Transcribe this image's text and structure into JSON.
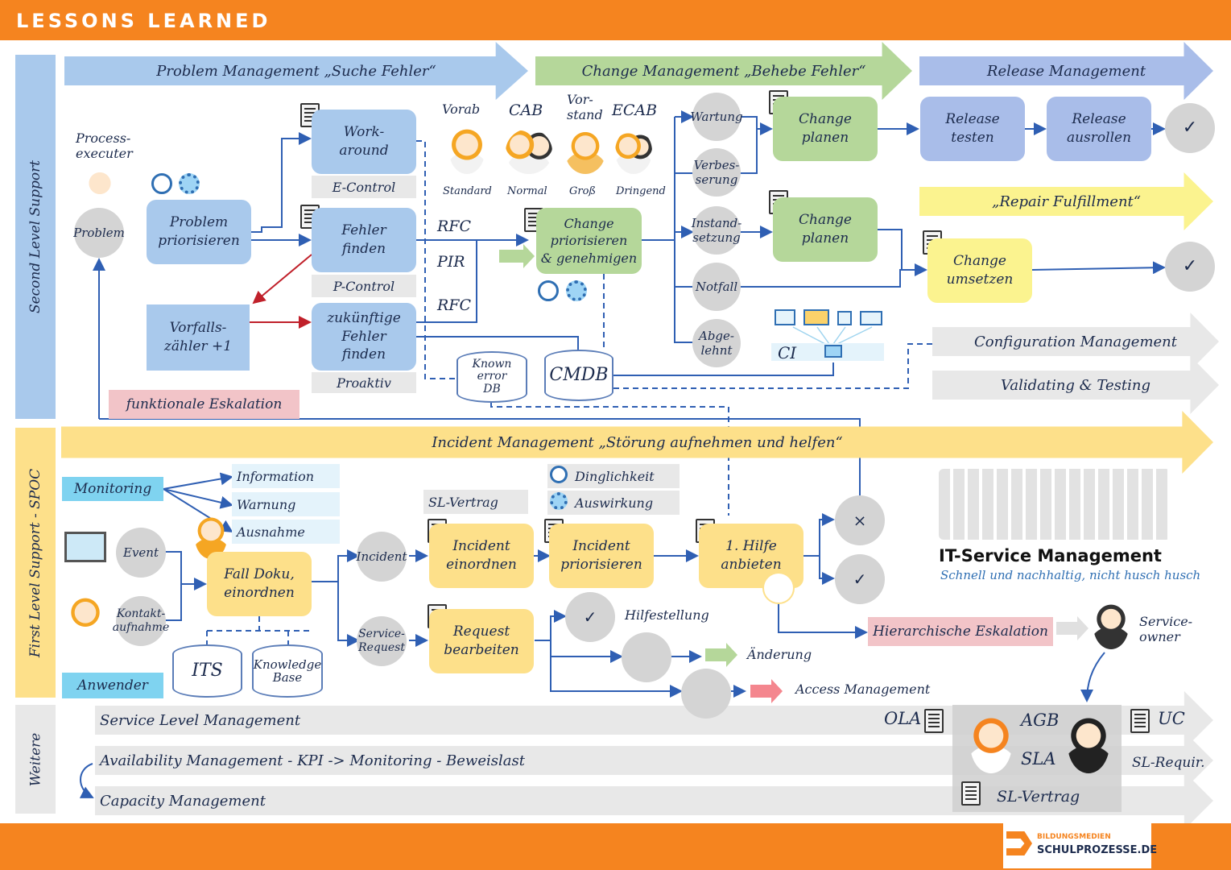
{
  "header": {
    "title": "LESSONS LEARNED"
  },
  "sections": {
    "second_level": "Second Level Support",
    "first_level": "First Level Support - SPOC",
    "weitere": "Weitere"
  },
  "arrows": {
    "problem": "Problem Management „Suche Fehler“",
    "change": "Change Management „Behebe Fehler“",
    "release": "Release Management",
    "repair": "„Repair Fulfillment“",
    "config": "Configuration Management",
    "validating": "Validating & Testing",
    "incident": "Incident Management „Störung aufnehmen und helfen“",
    "slm": "Service Level Management",
    "availability": "Availability Management - KPI -> Monitoring - Beweislast",
    "capacity": "Capacity Management"
  },
  "problem": {
    "process_executer": "Process-\nexecuter",
    "problem_circle": "Problem",
    "priorisieren": "Problem\npriorisieren",
    "workaround": "Work-\naround",
    "e_control": "E-Control",
    "fehler_finden": "Fehler\nfinden",
    "p_control": "P-Control",
    "zukuenftige": "zukünftige\nFehler\nfinden",
    "proaktiv": "Proaktiv",
    "vorfalls": "Vorfalls-\nzähler +1",
    "eskalation": "funktionale Eskalation",
    "rfc1": "RFC",
    "pir": "PIR",
    "rfc2": "RFC",
    "known_error": "Known error\nDB",
    "cmdb": "CMDB"
  },
  "change": {
    "vorab": "Vorab",
    "cab": "CAB",
    "vorstand": "Vor-\nstand",
    "ecab": "ECAB",
    "standard": "Standard",
    "normal": "Normal",
    "gross": "Groß",
    "dringend": "Dringend",
    "priorisieren": "Change\npriorisieren\n& genehmigen",
    "wartung": "Wartung",
    "verbesserung": "Verbes-\nserung",
    "instandsetzung": "Instand-\nsetzung",
    "notfall": "Notfall",
    "abgelehnt": "Abge-\nlehnt",
    "planen1": "Change\nplanen",
    "planen2": "Change\nplanen",
    "ci": "CI"
  },
  "release": {
    "testen": "Release\ntesten",
    "ausrollen": "Release\nausrollen",
    "check": "✓"
  },
  "repair": {
    "umsetzen": "Change\numsetzen",
    "check": "✓"
  },
  "incident": {
    "monitoring": "Monitoring",
    "information": "Information",
    "warnung": "Warnung",
    "ausnahme": "Ausnahme",
    "event": "Event",
    "kontakt": "Kontakt-\naufnahme",
    "anwender": "Anwender",
    "fall_doku": "Fall Doku,\neinordnen",
    "its": "ITS",
    "kb": "Knowledge\nBase",
    "incident_circle": "Incident",
    "service_request": "Service-\nRequest",
    "sl_vertrag": "SL-Vertrag",
    "dringlichkeit": "Dinglichkeit",
    "auswirkung": "Auswirkung",
    "einordnen": "Incident\neinordnen",
    "priorisieren": "Incident\npriorisieren",
    "erste_hilfe": "1. Hilfe\nanbieten",
    "request": "Request\nbearbeiten",
    "hilfestellung": "Hilfestellung",
    "aenderung": "Änderung",
    "access": "Access Management",
    "hierarchisch": "Hierarchische Eskalation",
    "service_owner": "Service-\nowner",
    "x": "×",
    "check": "✓"
  },
  "itsm": {
    "title": "IT-Service Management",
    "subtitle": "Schnell und nachhaltig, nicht husch husch"
  },
  "contracts": {
    "ola": "OLA",
    "uc": "UC",
    "agb": "AGB",
    "sla": "SLA",
    "sl_vertrag": "SL-Vertrag",
    "sl_requir": "SL-Requir."
  },
  "footer": {
    "brand_top": "BILDUNGSMEDIEN",
    "brand_bottom": "SCHULPROZESSE.DE"
  },
  "colors": {
    "orange": "#f5841f",
    "blue": "#a9c9ec",
    "green": "#b5d79a",
    "yellow": "#fde08a",
    "line": "#2f5fb3",
    "red": "#c0202a"
  }
}
